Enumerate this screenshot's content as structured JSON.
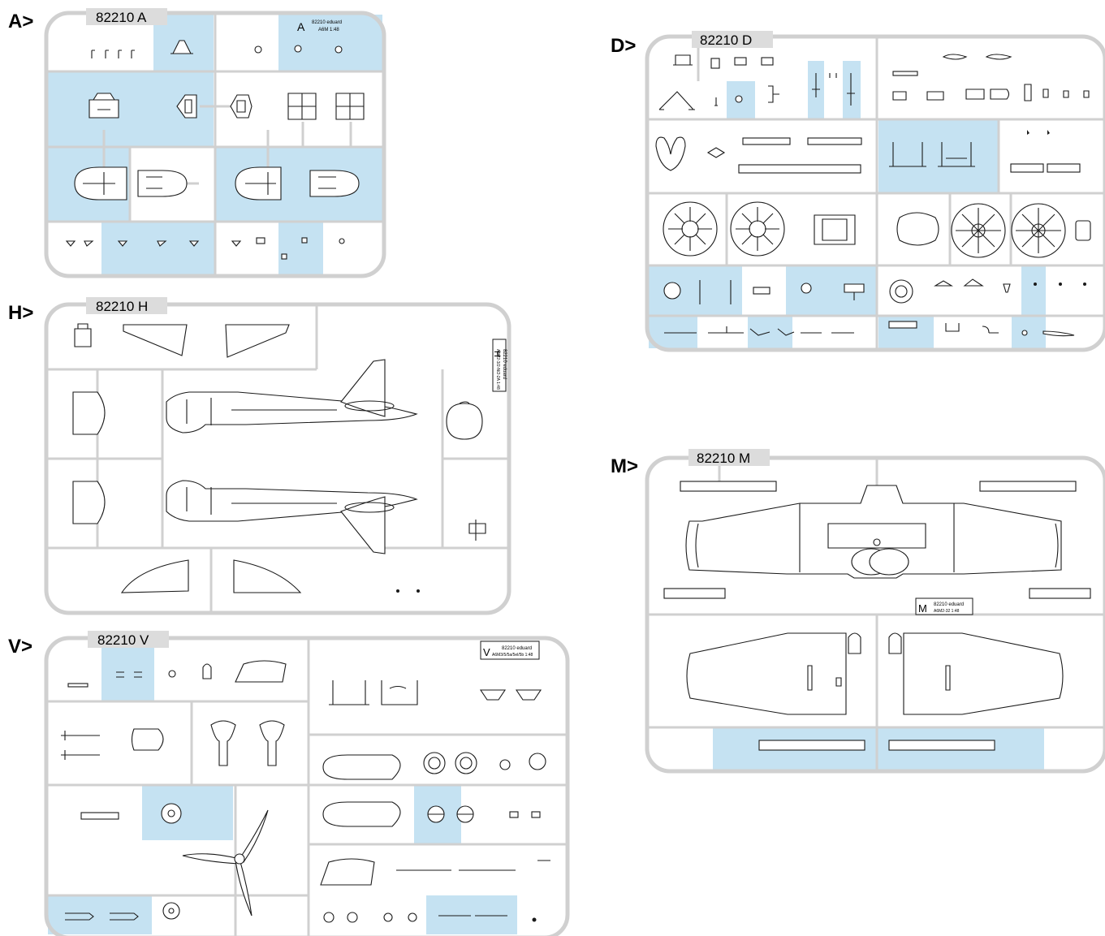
{
  "colors": {
    "frame": "#d0d0d0",
    "highlight": "#c5e2f2",
    "outline": "#1a1a1a",
    "label_bg": "#dcdcdc"
  },
  "sprues": {
    "A": {
      "marker": "A>",
      "code": "82210 A",
      "tag_letter": "A",
      "tag_line1": "82210 eduard",
      "tag_line2": "A6M 1:48"
    },
    "D": {
      "marker": "D>",
      "code": "82210 D"
    },
    "H": {
      "marker": "H>",
      "code": "82210 H",
      "tag_letter": "H",
      "tag_line1": "82210 eduard",
      "tag_line2": "A6M2-3/2-N/2-2A 1:48"
    },
    "M": {
      "marker": "M>",
      "code": "82210 M",
      "tag_letter": "M",
      "tag_line1": "82210 eduard",
      "tag_line2": "A6M2-32 1:48"
    },
    "V": {
      "marker": "V>",
      "code": "82210 V",
      "tag_letter": "V",
      "tag_line1": "82210 eduard",
      "tag_line2": "A6M3/5/5a/5el/5b 1:48"
    }
  }
}
